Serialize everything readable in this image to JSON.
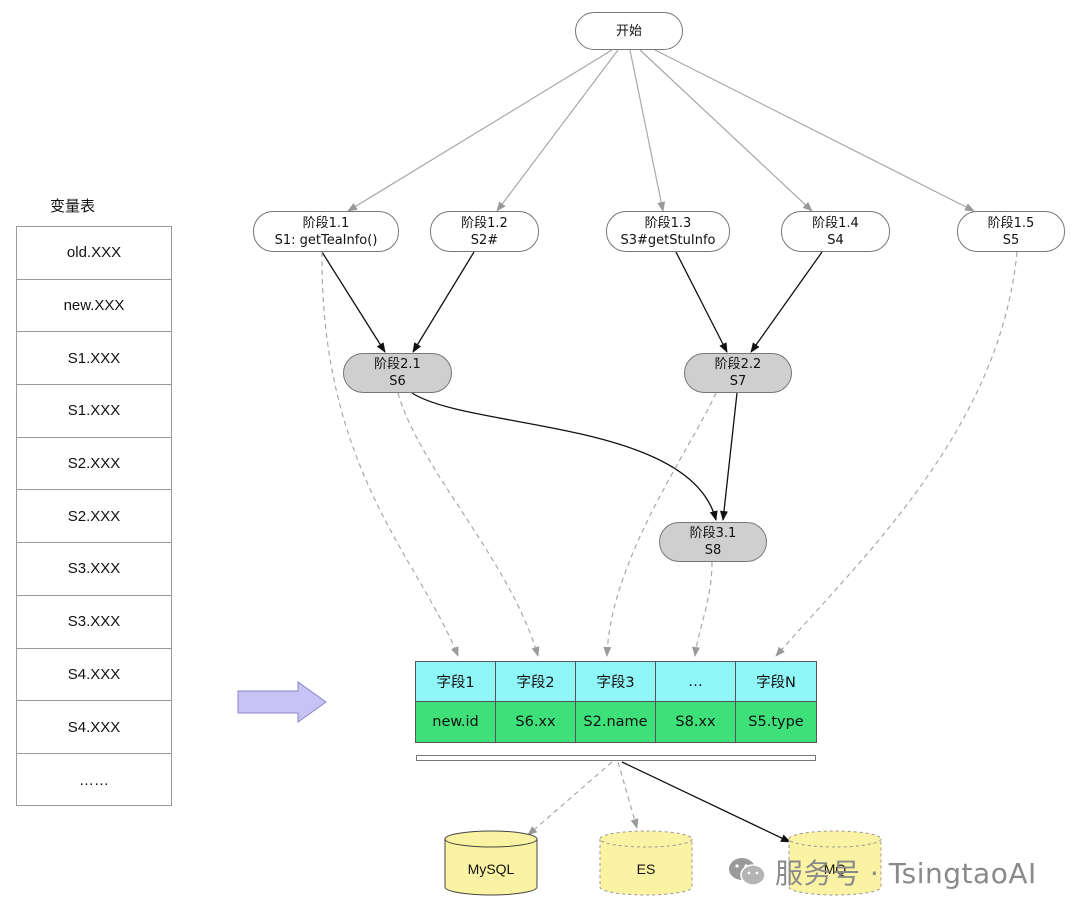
{
  "variable_table": {
    "title": "变量表",
    "rows": [
      "old.XXX",
      "new.XXX",
      "S1.XXX",
      "S1.XXX",
      "S2.XXX",
      "S2.XXX",
      "S3.XXX",
      "S3.XXX",
      "S4.XXX",
      "S4.XXX",
      "……"
    ]
  },
  "nodes": {
    "start": {
      "label": "开始"
    },
    "s1_1": {
      "line1": "阶段1.1",
      "line2": "S1: getTeaInfo()"
    },
    "s1_2": {
      "line1": "阶段1.2",
      "line2": "S2#"
    },
    "s1_3": {
      "line1": "阶段1.3",
      "line2": "S3#getStuInfo"
    },
    "s1_4": {
      "line1": "阶段1.4",
      "line2": "S4"
    },
    "s1_5": {
      "line1": "阶段1.5",
      "line2": "S5"
    },
    "s2_1": {
      "line1": "阶段2.1",
      "line2": "S6"
    },
    "s2_2": {
      "line1": "阶段2.2",
      "line2": "S7"
    },
    "s3_1": {
      "line1": "阶段3.1",
      "line2": "S8"
    }
  },
  "field_table": {
    "headers": [
      "字段1",
      "字段2",
      "字段3",
      "…",
      "字段N"
    ],
    "values": [
      "new.id",
      "S6.xx",
      "S2.name",
      "S8.xx",
      "S5.type"
    ]
  },
  "stores": [
    "MySQL",
    "ES",
    "MQ"
  ],
  "watermark": {
    "text": "服务号 · TsingtaoAI"
  },
  "colors": {
    "field_header": "#8ff7f7",
    "field_value": "#3ee07a",
    "store_fill": "#fbf3a4",
    "gray_node": "#cfcfcf",
    "arrow_fill": "#c8c3f5"
  }
}
